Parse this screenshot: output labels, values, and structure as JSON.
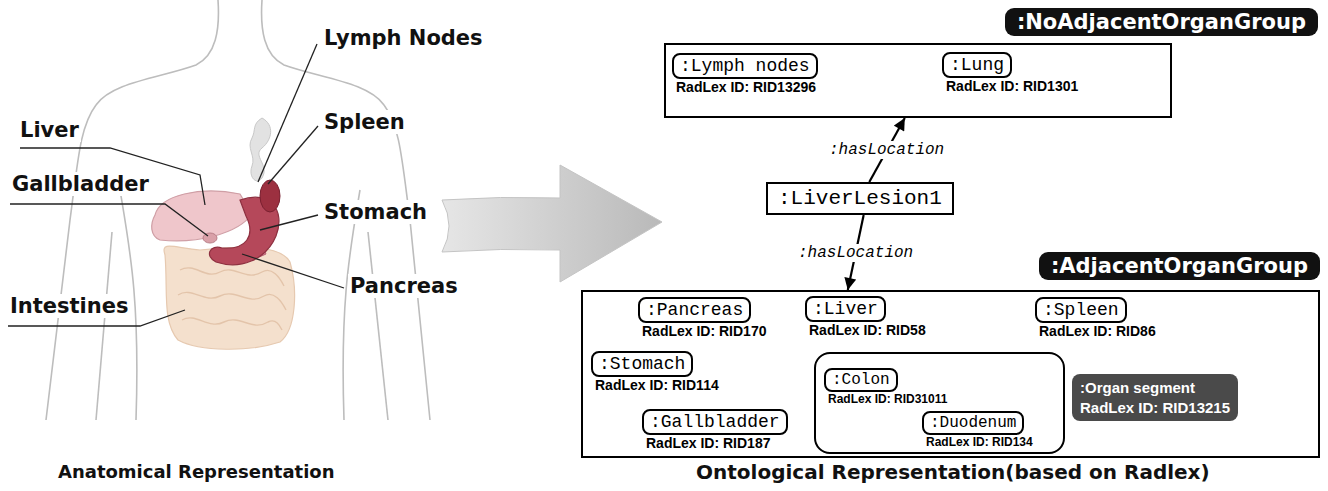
{
  "diagram": {
    "nodes": [
      {
        "text": [
          ":NoAdjacentOrganGroup"
        ]
      },
      {
        "text": [
          ":Lymph nodes",
          "RadLex ID: RID13296"
        ],
        "in": 0
      },
      {
        "text": [
          ":Lung",
          "RadLex ID: RID1301"
        ],
        "in": 0
      },
      {
        "text": [
          ":LiverLesion1"
        ]
      },
      {
        "text": [
          ":AdjacentOrganGroup"
        ]
      },
      {
        "text": [
          ":Pancreas",
          "RadLex ID: RID170"
        ],
        "in": 4
      },
      {
        "text": [
          ":Liver",
          "RadLex ID: RID58"
        ],
        "in": 4
      },
      {
        "text": [
          ":Spleen",
          "RadLex ID: RID86"
        ],
        "in": 4
      },
      {
        "text": [
          ":Stomach",
          "RadLex ID: RID114"
        ],
        "in": 4
      },
      {
        "text": [
          ":Organ segment",
          "RadLex ID: RID13215"
        ],
        "in": 4
      },
      {
        "text": [
          ":Colon",
          "RadLex ID: RID31011"
        ],
        "in": 9
      },
      {
        "text": [
          ":Duodenum",
          "RadLex ID: RID134"
        ],
        "in": 9
      },
      {
        "text": [
          ":Gallbladder",
          "RadLex ID: RID187"
        ],
        "in": 4
      }
    ],
    "edges": [
      {
        "from": 3,
        "to": 0,
        "arrow": "to",
        "label": ":hasLocation"
      },
      {
        "from": 3,
        "to": 4,
        "arrow": "to",
        "label": ":hasLocation"
      }
    ],
    "labels": [
      "Lymph Nodes",
      "Liver",
      "Spleen",
      "Gallbladder",
      "Stomach",
      "Pancreas",
      "Intestines",
      "Anatomical Representation",
      "Ontological Representation(based on Radlex)"
    ]
  }
}
